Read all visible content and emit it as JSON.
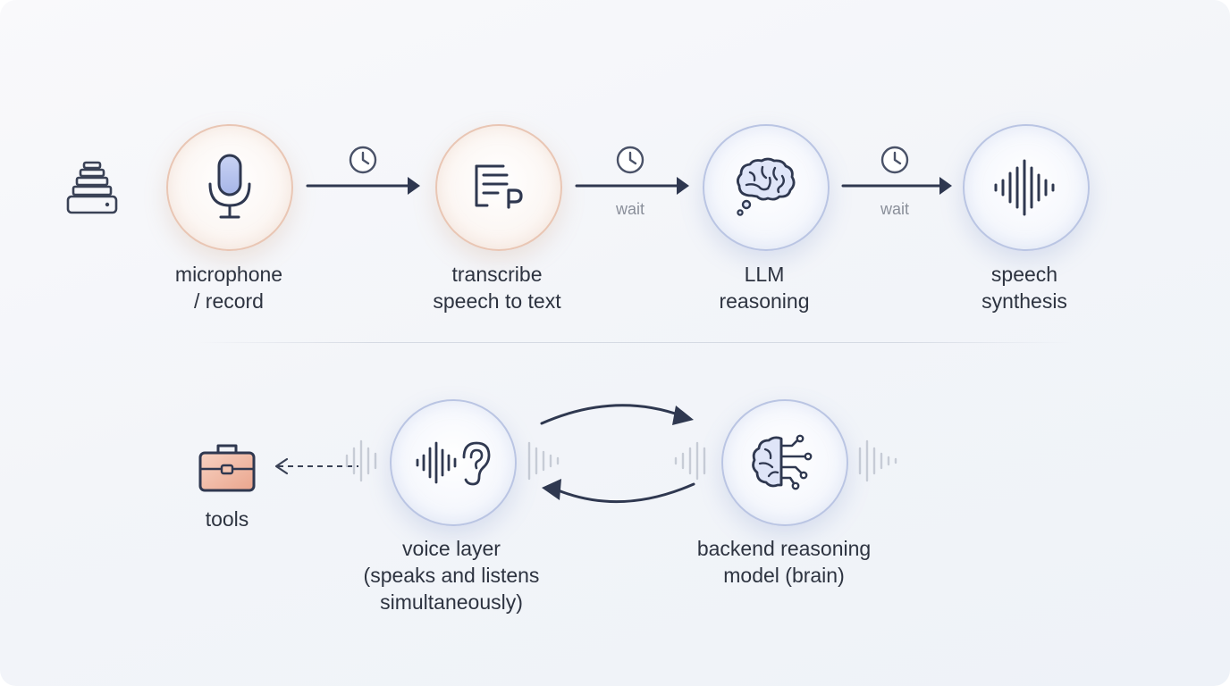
{
  "pipeline": {
    "steps": [
      {
        "line1": "microphone",
        "line2": "/ record",
        "icon": "microphone-icon"
      },
      {
        "line1": "transcribe",
        "line2": "speech to text",
        "icon": "transcript-icon"
      },
      {
        "line1": "LLM",
        "line2": "reasoning",
        "icon": "brain-icon"
      },
      {
        "line1": "speech",
        "line2": "synthesis",
        "icon": "waveform-icon"
      }
    ],
    "wait_label_1": "wait",
    "wait_label_2": "wait",
    "left_icon": "stack-server-icon"
  },
  "duplex": {
    "tools_label": "tools",
    "voice_layer": {
      "line1": "voice layer",
      "line2": "(speaks and listens",
      "line3": "simultaneously)"
    },
    "backend": {
      "line1": "backend reasoning",
      "line2": "model (brain)"
    }
  },
  "colors": {
    "warm_ring": "#e9c6b4",
    "cool_ring": "#bac5e3",
    "arrow": "#2f3850",
    "text": "#2d3340",
    "muted": "#8a8f9a"
  }
}
